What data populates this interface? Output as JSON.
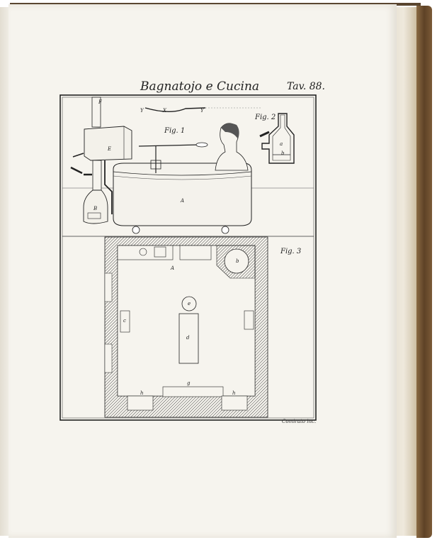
{
  "plate": {
    "title": "Bagnatojo e Cucina",
    "plate_number": "Tav. 88.",
    "engraver_credit": "Comirato inc.",
    "figures": {
      "fig1": "Fig. 1",
      "fig2": "Fig. 2",
      "fig3": "Fig. 3"
    }
  },
  "colors": {
    "paper": "#f6f4ee",
    "ink": "#222222",
    "binding": "#7a5a36"
  }
}
